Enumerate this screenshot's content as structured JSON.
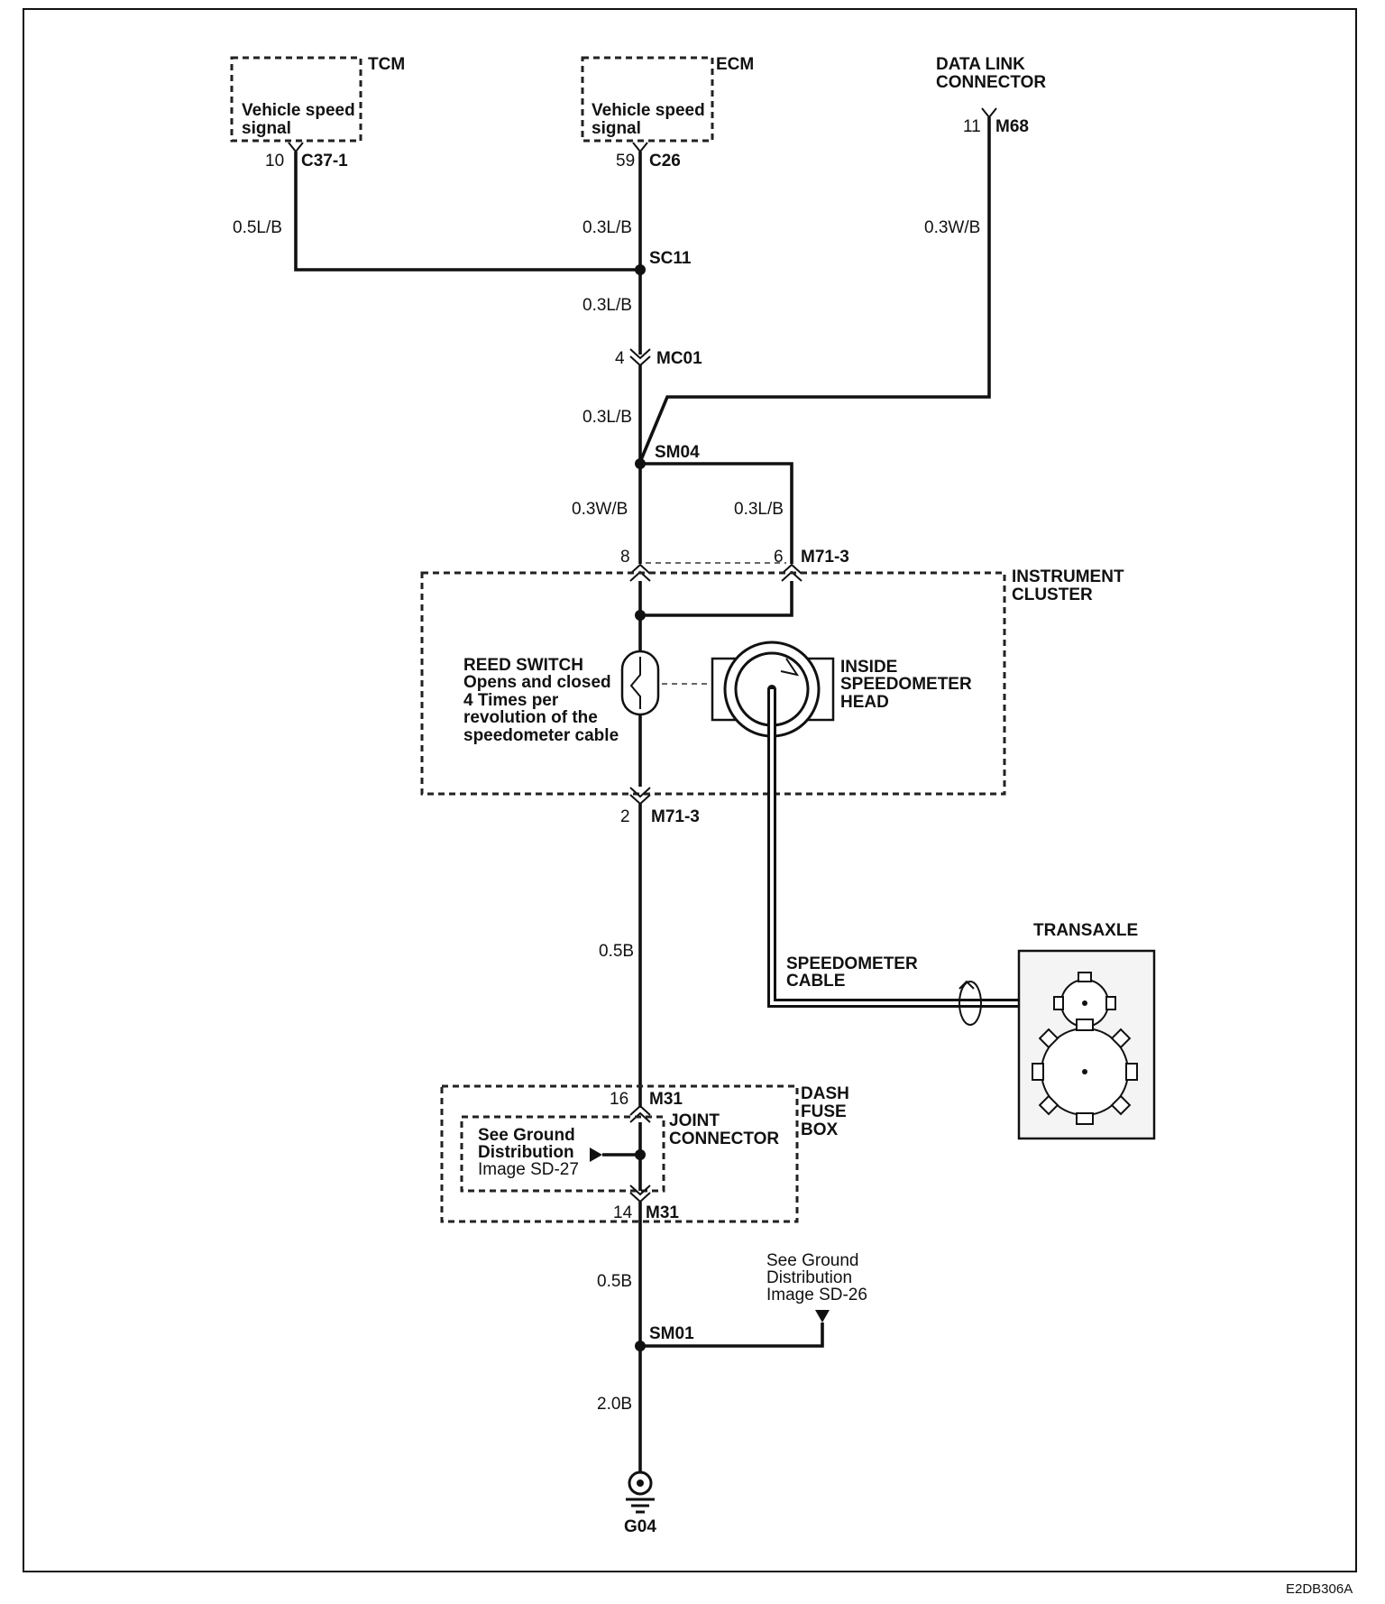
{
  "modules": {
    "tcm": {
      "name": "TCM",
      "text_line1": "Vehicle speed",
      "text_line2": "signal",
      "pin": "10",
      "connector": "C37-1"
    },
    "ecm": {
      "name": "ECM",
      "text_line1": "Vehicle speed",
      "text_line2": "signal",
      "pin": "59",
      "connector": "C26"
    },
    "dlc": {
      "name_line1": "DATA LINK",
      "name_line2": "CONNECTOR",
      "pin": "11",
      "connector": "M68"
    },
    "instrument_cluster": {
      "name_line1": "INSTRUMENT",
      "name_line2": "CLUSTER"
    },
    "transaxle": {
      "name": "TRANSAXLE"
    },
    "dash_fuse_box": {
      "name_line1": "DASH",
      "name_line2": "FUSE",
      "name_line3": "BOX"
    },
    "joint_connector": {
      "name_line1": "JOINT",
      "name_line2": "CONNECTOR"
    }
  },
  "wires": {
    "tcm_wire": "0.5L/B",
    "ecm_wire": "0.3L/B",
    "dlc_wire": "0.3W/B",
    "sc11_down": "0.3L/B",
    "mc01_down": "0.3L/B",
    "sm04_pin8": "0.3W/B",
    "sm04_pin6": "0.3L/B",
    "ground_main": "0.5B",
    "fuse_down": "0.5B",
    "ground_final": "2.0B"
  },
  "splices": {
    "sc11": "SC11",
    "sm04": "SM04",
    "sm01": "SM01"
  },
  "connectors": {
    "mc01": {
      "pin": "4",
      "name": "MC01"
    },
    "m71_top": {
      "pin_left": "8",
      "pin_right": "6",
      "name": "M71-3"
    },
    "m71_bottom": {
      "pin": "2",
      "name": "M71-3"
    },
    "m31_top": {
      "pin": "16",
      "name": "M31"
    },
    "m31_bottom": {
      "pin": "14",
      "name": "M31"
    }
  },
  "components": {
    "reed_switch": {
      "title": "REED SWITCH",
      "line1": "Opens and closed",
      "line2": "4 Times per",
      "line3": "revolution of the",
      "line4": "speedometer cable"
    },
    "speedometer_head": {
      "line1": "INSIDE",
      "line2": "SPEEDOMETER",
      "line3": "HEAD"
    },
    "speedometer_cable": {
      "line1": "SPEEDOMETER",
      "line2": "CABLE"
    }
  },
  "references": {
    "ground_sd27": {
      "line1": "See Ground",
      "line2": "Distribution",
      "line3": "Image  SD-27"
    },
    "ground_sd26": {
      "line1": "See Ground",
      "line2": "Distribution",
      "line3": "Image  SD-26"
    }
  },
  "ground": {
    "name": "G04"
  },
  "figure_code": "E2DB306A"
}
